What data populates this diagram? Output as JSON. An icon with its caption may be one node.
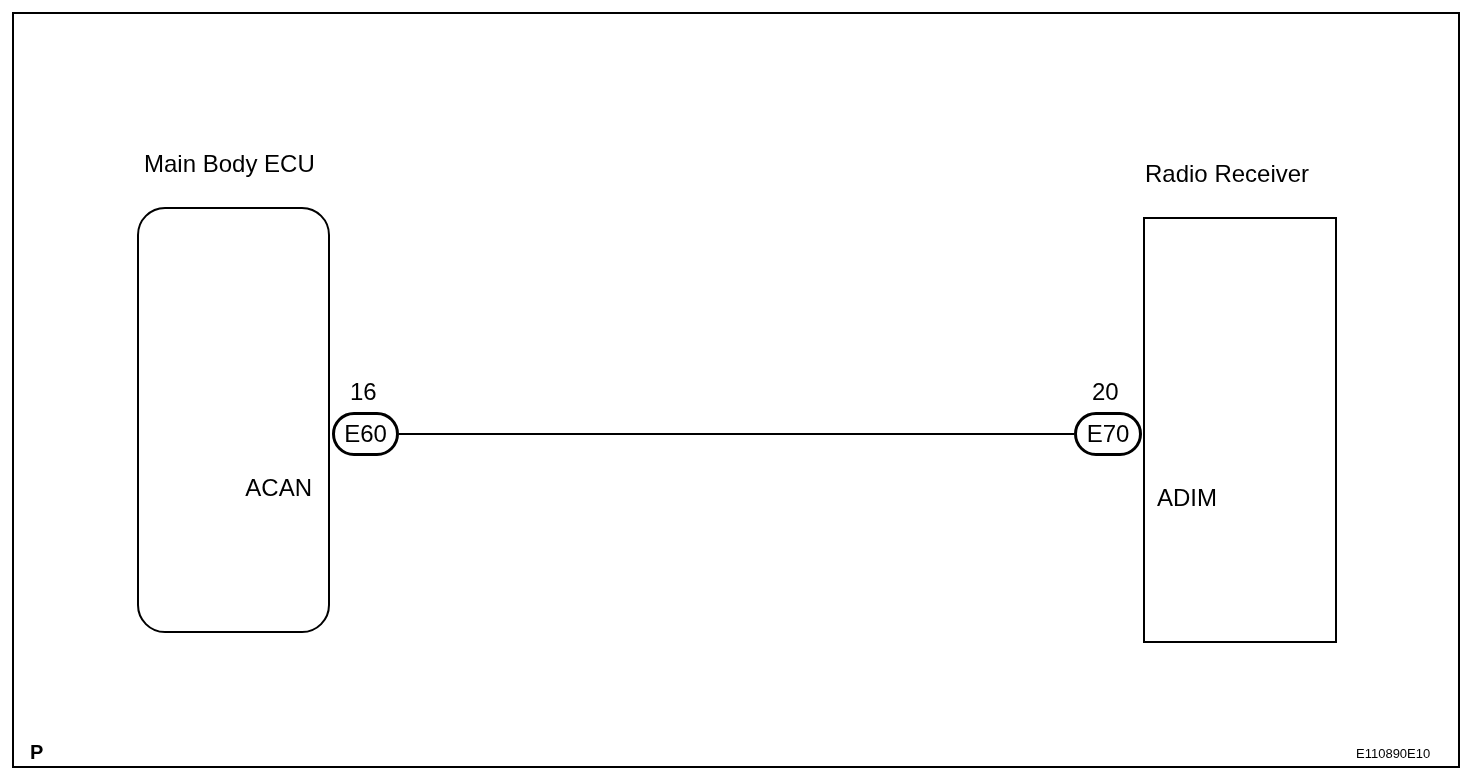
{
  "diagram": {
    "nodes": [
      {
        "text": [
          "Main Body ECU",
          "ACAN"
        ]
      },
      {
        "text": [
          "E60"
        ],
        "beside": [
          "16"
        ]
      },
      {
        "text": [
          "E70"
        ],
        "beside": [
          "20"
        ]
      },
      {
        "text": [
          "Radio Receiver",
          "ADIM"
        ]
      }
    ],
    "edges": [
      {
        "from": 1,
        "to": 2,
        "arrow": "none"
      }
    ],
    "labels": [
      "P",
      "E110890E10"
    ]
  }
}
